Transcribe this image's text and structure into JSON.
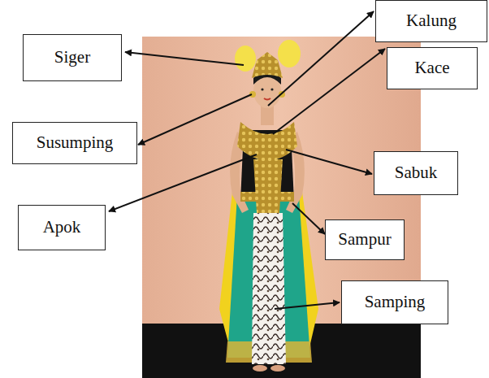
{
  "diagram": {
    "nodes": [
      {
        "text": [
          "Siger"
        ]
      },
      {
        "text": [
          "Kalung"
        ]
      },
      {
        "text": [
          "Kace"
        ]
      },
      {
        "text": [
          "Susumping"
        ]
      },
      {
        "text": [
          "Sabuk"
        ]
      },
      {
        "text": [
          "Apok"
        ]
      },
      {
        "text": [
          "Sampur"
        ]
      },
      {
        "text": [
          "Samping"
        ]
      }
    ]
  }
}
